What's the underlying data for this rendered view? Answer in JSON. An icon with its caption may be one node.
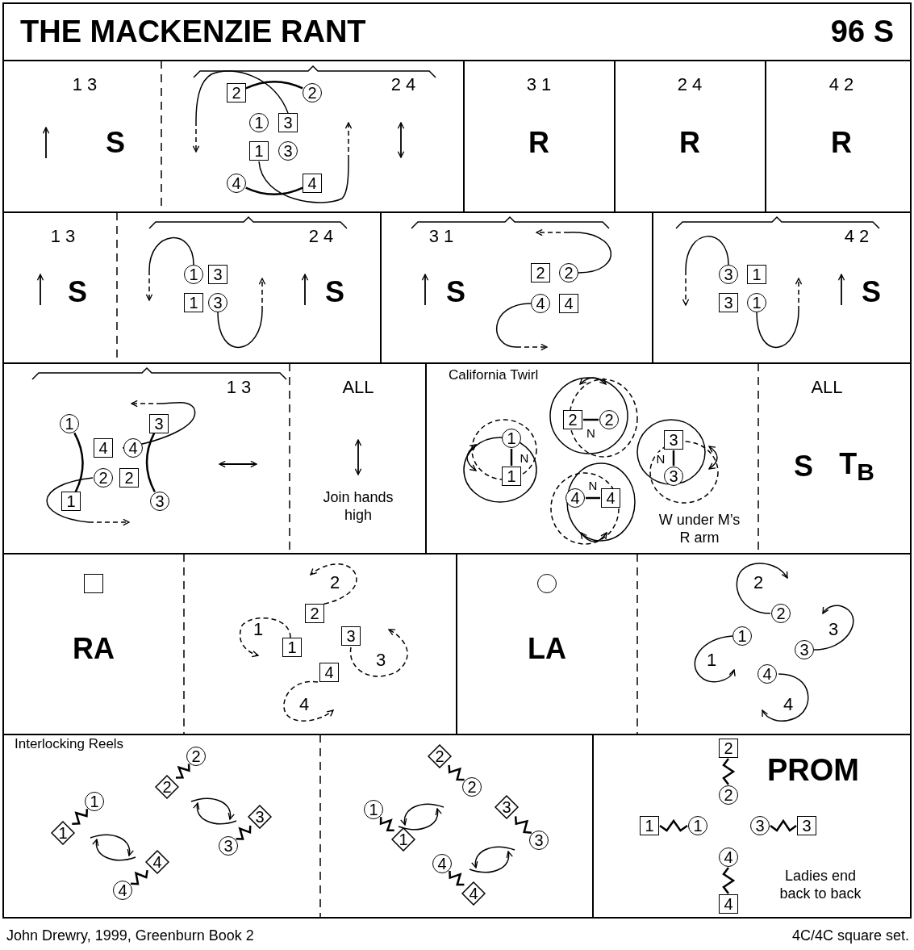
{
  "diagram": {
    "title": "THE MACKENZIE RANT",
    "caption": "John Drewry, 1999, Greenburn Book 2",
    "nodes": [
      {
        "text": [
          "2"
        ]
      },
      {
        "text": [
          "2"
        ]
      },
      {
        "text": [
          "1"
        ]
      },
      {
        "text": [
          "3"
        ]
      },
      {
        "text": [
          "1"
        ]
      },
      {
        "text": [
          "3"
        ]
      },
      {
        "text": [
          "4"
        ]
      },
      {
        "text": [
          "4"
        ]
      },
      {
        "text": [
          "1"
        ]
      },
      {
        "text": [
          "3"
        ]
      },
      {
        "text": [
          "1"
        ]
      },
      {
        "text": [
          "3"
        ]
      },
      {
        "text": [
          "2"
        ]
      },
      {
        "text": [
          "2"
        ]
      },
      {
        "text": [
          "4"
        ]
      },
      {
        "text": [
          "4"
        ]
      },
      {
        "text": [
          "3"
        ]
      },
      {
        "text": [
          "1"
        ]
      },
      {
        "text": [
          "3"
        ]
      },
      {
        "text": [
          "1"
        ]
      },
      {
        "text": [
          "1"
        ]
      },
      {
        "text": [
          "3"
        ]
      },
      {
        "text": [
          "4"
        ]
      },
      {
        "text": [
          "4"
        ]
      },
      {
        "text": [
          "2"
        ]
      },
      {
        "text": [
          "2"
        ]
      },
      {
        "text": [
          "1"
        ]
      },
      {
        "text": [
          "3"
        ]
      },
      {
        "text": [
          "2"
        ]
      },
      {
        "text": [
          "2"
        ]
      },
      {
        "text": [
          "1"
        ]
      },
      {
        "text": [
          "3"
        ]
      },
      {
        "text": [
          "1"
        ]
      },
      {
        "text": [
          "3"
        ]
      },
      {
        "text": [
          "4"
        ]
      },
      {
        "text": [
          "4"
        ]
      },
      {
        "text": [],
        "shape": "box"
      },
      {
        "text": [
          "2"
        ]
      },
      {
        "text": [
          "3"
        ]
      },
      {
        "text": [
          "1"
        ]
      },
      {
        "text": [
          "4"
        ]
      },
      {
        "text": [],
        "shape": "circle"
      },
      {
        "text": [
          "2"
        ]
      },
      {
        "text": [
          "1"
        ]
      },
      {
        "text": [
          "3"
        ]
      },
      {
        "text": [
          "4"
        ]
      },
      {
        "text": [
          "2"
        ]
      },
      {
        "text": [
          "2"
        ]
      },
      {
        "text": [
          "1"
        ]
      },
      {
        "text": [
          "3"
        ]
      },
      {
        "text": [
          "1"
        ]
      },
      {
        "text": [
          "3"
        ]
      },
      {
        "text": [
          "4"
        ]
      },
      {
        "text": [
          "4"
        ]
      },
      {
        "text": [
          "2"
        ]
      },
      {
        "text": [
          "2"
        ]
      },
      {
        "text": [
          "3"
        ]
      },
      {
        "text": [
          "1"
        ]
      },
      {
        "text": [
          "1"
        ]
      },
      {
        "text": [
          "3"
        ]
      },
      {
        "text": [
          "4"
        ]
      },
      {
        "text": [
          "4"
        ]
      },
      {
        "text": [
          "2"
        ]
      },
      {
        "text": [
          "2"
        ]
      },
      {
        "text": [
          "1"
        ]
      },
      {
        "text": [
          "1"
        ]
      },
      {
        "text": [
          "3"
        ]
      },
      {
        "text": [
          "3"
        ]
      },
      {
        "text": [
          "4"
        ]
      },
      {
        "text": [
          "4"
        ]
      }
    ],
    "edges": [
      {
        "from": 0,
        "to": 1,
        "arrow": "none"
      },
      {
        "from": 6,
        "to": 7,
        "arrow": "none"
      },
      {
        "from": 20,
        "to": 26,
        "arrow": "none"
      },
      {
        "from": 21,
        "to": 27,
        "arrow": "none"
      },
      {
        "from": 28,
        "to": 29,
        "arrow": "none",
        "label": "N"
      },
      {
        "from": 30,
        "to": 32,
        "arrow": "none",
        "label": "N"
      },
      {
        "from": 31,
        "to": 33,
        "arrow": "none",
        "label": "N"
      },
      {
        "from": 34,
        "to": 35,
        "arrow": "none",
        "label": "N"
      },
      {
        "from": 47,
        "to": 46,
        "arrow": "none"
      },
      {
        "from": 50,
        "to": 48,
        "arrow": "none"
      },
      {
        "from": 51,
        "to": 49,
        "arrow": "none"
      },
      {
        "from": 53,
        "to": 52,
        "arrow": "none"
      },
      {
        "from": 54,
        "to": 55,
        "arrow": "none"
      },
      {
        "from": 57,
        "to": 58,
        "arrow": "none"
      },
      {
        "from": 56,
        "to": 59,
        "arrow": "none"
      },
      {
        "from": 60,
        "to": 61,
        "arrow": "none"
      },
      {
        "from": 62,
        "to": 63,
        "arrow": "none"
      },
      {
        "from": 64,
        "to": 65,
        "arrow": "none"
      },
      {
        "from": 66,
        "to": 67,
        "arrow": "none"
      },
      {
        "from": 68,
        "to": 69,
        "arrow": "none"
      }
    ],
    "labels": [
      "96 S",
      "1 3",
      "S",
      "2 4",
      "3 1",
      "R",
      "2 4",
      "R",
      "4 2",
      "R",
      "1 3",
      "S",
      "2 4",
      "S",
      "3 1",
      "S",
      "4 2",
      "S",
      "1 3",
      "ALL",
      "Join hands high",
      "California Twirl",
      "W under M’s R arm",
      "ALL",
      "S",
      "T$_{B}$",
      "RA",
      "2",
      "1",
      "3",
      "4",
      "LA",
      "2",
      "3",
      "1",
      "4",
      "Interlocking Reels",
      "PROM",
      "Ladies end back to back",
      "4C/4C  square set."
    ]
  }
}
